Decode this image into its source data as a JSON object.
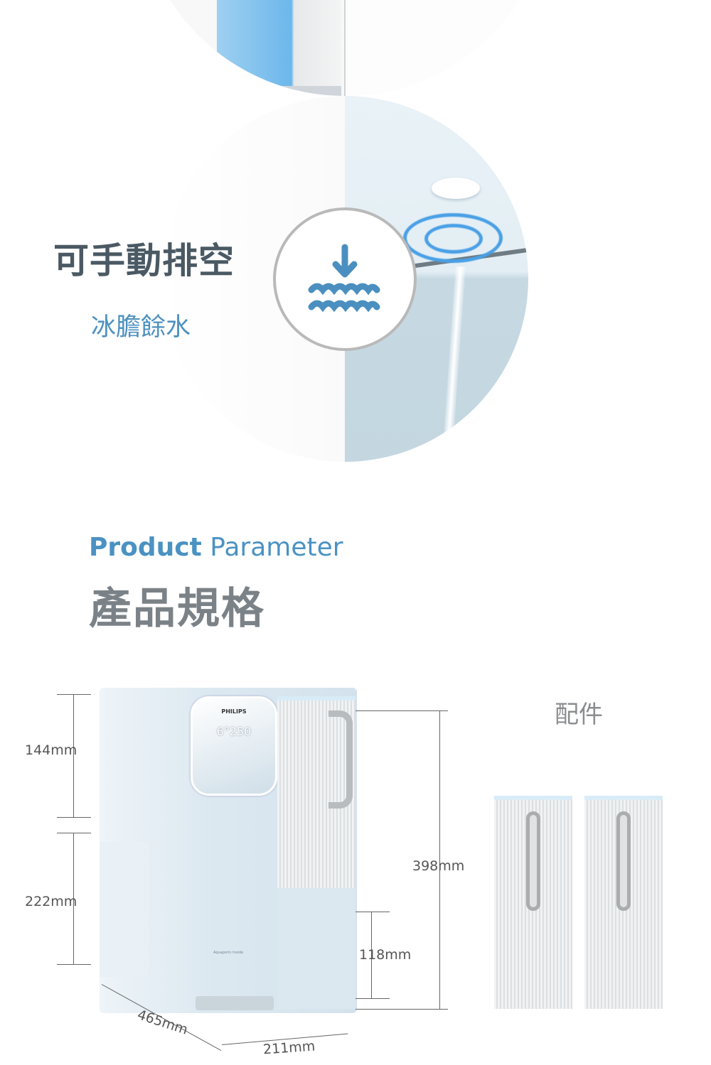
{
  "feature": {
    "title": "可手動排空",
    "subtitle": "冰膽餘水",
    "icon": "drain-water-icon"
  },
  "section": {
    "title_en_bold": "Product",
    "title_en_rest": " Parameter",
    "title_cn": "產品規格"
  },
  "product": {
    "brand": "PHILIPS",
    "display": "6°250",
    "label": "Aquaporin Inside"
  },
  "dimensions": {
    "top_height": "144mm",
    "lower_height": "222mm",
    "total_height": "398mm",
    "base_height": "118mm",
    "depth": "465mm",
    "width": "211mm"
  },
  "accessories": {
    "title": "配件"
  },
  "colors": {
    "accent": "#4a92c2",
    "heading": "#4a5963",
    "light_blue": "#c4d7e1"
  }
}
